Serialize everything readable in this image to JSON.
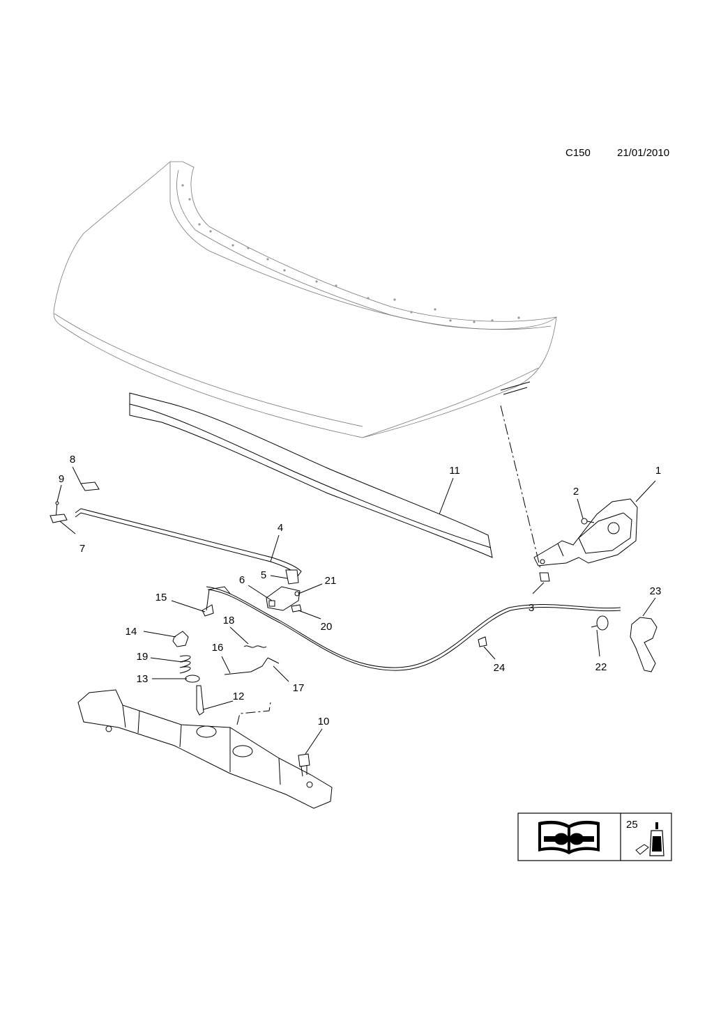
{
  "header": {
    "code": "C150",
    "date": "21/01/2010"
  },
  "callouts": [
    "1",
    "2",
    "3",
    "4",
    "5",
    "6",
    "7",
    "8",
    "9",
    "10",
    "11",
    "12",
    "13",
    "14",
    "15",
    "16",
    "17",
    "18",
    "19",
    "20",
    "21",
    "22",
    "23",
    "24",
    "25"
  ],
  "legend": {
    "item_label": "25",
    "book_icon": "wrench-book-icon",
    "part_icon": "sealant-tube-icon"
  }
}
